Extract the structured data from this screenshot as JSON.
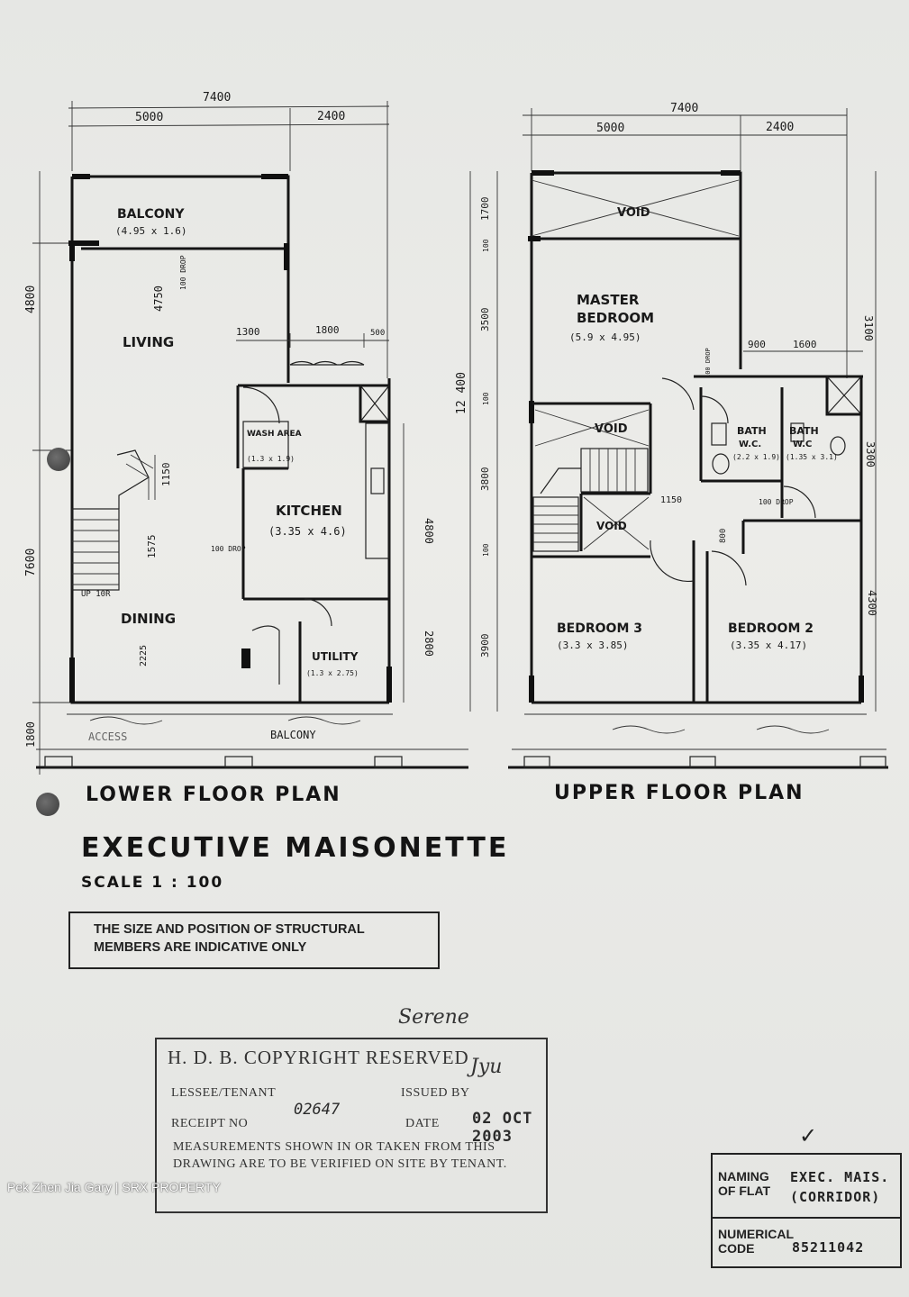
{
  "lower_plan": {
    "title": "LOWER FLOOR PLAN",
    "dims": {
      "total_width": "7400",
      "left_width": "5000",
      "right_width": "2400",
      "side_top": "4800",
      "side_bottom": "7600",
      "side_out": "1800",
      "living_inner": "4750",
      "drop_living": "100 DROP",
      "k_1300": "1300",
      "k_1800": "1800",
      "k_500": "500",
      "k_4800": "4800",
      "k_2800": "2800",
      "stair_1150": "1150",
      "stair_1575": "1575",
      "d_2225": "2225",
      "drop_kitchen": "100 DROP"
    },
    "rooms": {
      "balcony": "BALCONY",
      "balcony_size": "(4.95 x 1.6)",
      "living": "LIVING",
      "wash_area": "WASH AREA",
      "wash_size": "(1.3 x 1.9)",
      "kitchen": "KITCHEN",
      "kitchen_size": "(3.35 x 4.6)",
      "dining": "DINING",
      "up": "UP 10R",
      "utility": "UTILITY",
      "utility_size": "(1.3 x 2.75)",
      "access": "ACCESS",
      "balcony_bottom": "BALCONY"
    }
  },
  "upper_plan": {
    "title": "UPPER FLOOR PLAN",
    "dims": {
      "total_width": "7400",
      "left_width": "5000",
      "right_width": "2400",
      "s_1700": "1700",
      "s_100a": "100",
      "s_3500": "3500",
      "s_100b": "100",
      "s_3800": "3800",
      "s_100c": "100",
      "s_3900": "3900",
      "s_12400": "12 400",
      "r_3100": "3100",
      "r_3300": "3300",
      "r_4300": "4300",
      "b_900": "900",
      "b_1600": "1600",
      "b_1150": "1150",
      "b_800": "800",
      "drop_a": "100 DROP",
      "drop_b": "100 DROP"
    },
    "rooms": {
      "void_top": "VOID",
      "master": "MASTER",
      "bedroom_word": "BEDROOM",
      "master_size": "(5.9 x 4.95)",
      "void_mid": "VOID",
      "void_small": "VOID",
      "bath1": "BATH",
      "bath1_wc": "W.C.",
      "bath1_size": "(2.2 x 1.9)",
      "bath2": "BATH",
      "bath2_wc": "W.C",
      "bath2_size": "(1.35 x 3.1)",
      "bedroom3": "BEDROOM 3",
      "bedroom3_size": "(3.3 x 3.85)",
      "bedroom2": "BEDROOM 2",
      "bedroom2_size": "(3.35 x 4.17)"
    }
  },
  "title": "EXECUTIVE MAISONETTE",
  "scale": "SCALE   1 : 100",
  "notice": {
    "line1": "THE SIZE AND POSITION OF STRUCTURAL",
    "line2": "MEMBERS ARE INDICATIVE ONLY"
  },
  "stamp": {
    "title": "H. D. B. COPYRIGHT RESERVED",
    "lessee": "LESSEE/TENANT",
    "issued_by": "ISSUED BY",
    "receipt": "RECEIPT NO",
    "date_label": "DATE",
    "receipt_value": "02647",
    "date_value": "02 OCT 2003",
    "footer": "MEASUREMENTS SHOWN IN OR TAKEN FROM THIS DRAWING ARE TO BE VERIFIED ON SITE BY TENANT.",
    "note": "Serene",
    "signature": "Jyu"
  },
  "naming": {
    "key1": "NAMING",
    "key2": "OF FLAT",
    "val1": "EXEC. MAIS.",
    "val2": "(CORRIDOR)",
    "code_key1": "NUMERICAL",
    "code_key2": "CODE",
    "code_val": "85211042"
  },
  "checkmark": "✓",
  "watermark": "Pek Zhen Jia Gary | SRX PROPERTY"
}
